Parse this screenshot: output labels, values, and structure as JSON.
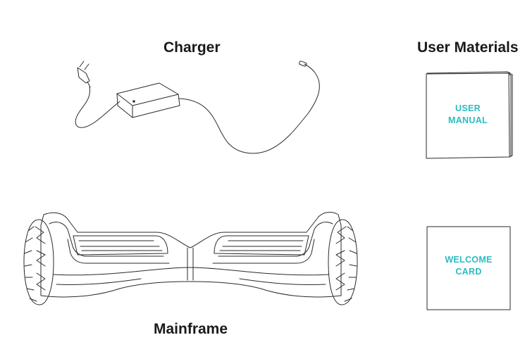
{
  "labels": {
    "charger": "Charger",
    "user_materials": "User Materials",
    "mainframe": "Mainframe"
  },
  "user_manual": {
    "line1": "USER",
    "line2": "MANUAL"
  },
  "welcome_card": {
    "line1": "WELCOME",
    "line2": "CARD"
  },
  "colors": {
    "accent_text": "#2bbcc2",
    "line_art": "#2a2a2a"
  },
  "icons": [
    "charger-illustration",
    "user-manual-booklet",
    "welcome-card",
    "hoverboard-illustration"
  ]
}
